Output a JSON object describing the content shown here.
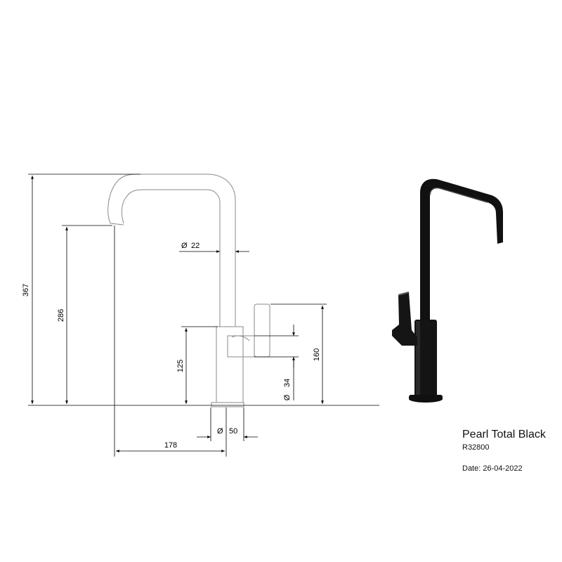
{
  "product": {
    "name": "Pearl Total Black",
    "code": "R32800",
    "date": "Date: 26-04-2022"
  },
  "dimensions": {
    "total_height": "367",
    "spout_height": "286",
    "body_height": "125",
    "lever_height": "160",
    "lever_diameter_symbol": "Ø",
    "lever_diameter": "34",
    "pipe_diameter_symbol": "Ø",
    "pipe_diameter": "22",
    "base_diameter_symbol": "Ø",
    "base_diameter": "50",
    "reach": "178"
  },
  "colors": {
    "line": "#000000",
    "outline": "#8a8a8a",
    "tap_body": "#111111"
  }
}
